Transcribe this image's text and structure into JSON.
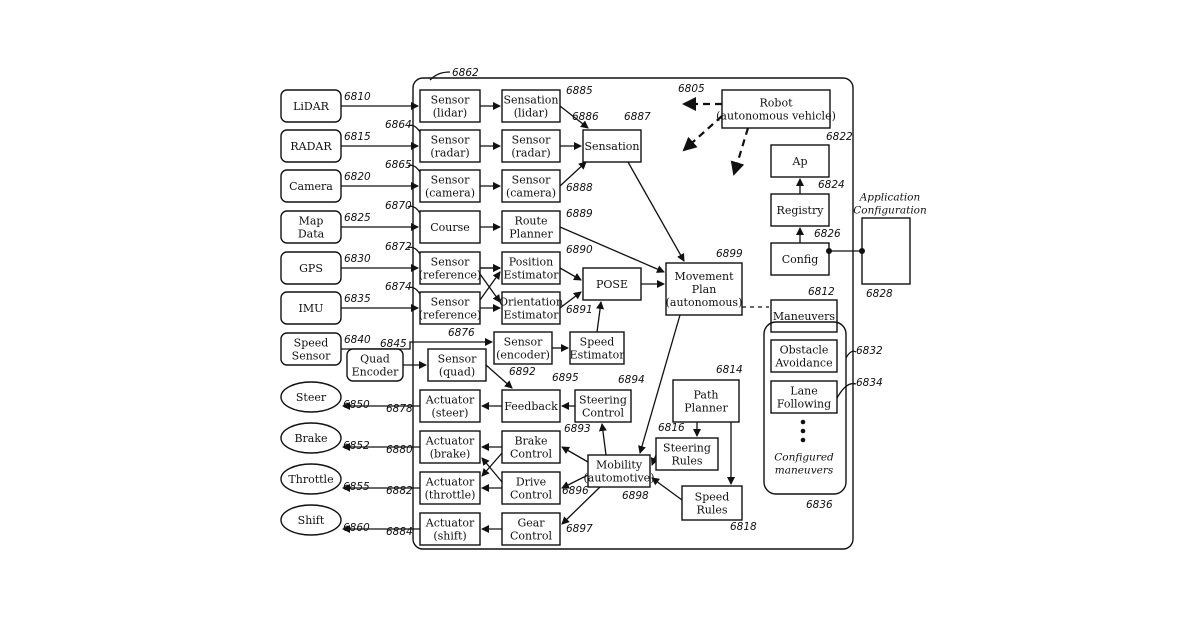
{
  "diagram": {
    "frame_label": "6862",
    "inputs": [
      {
        "label": "LiDAR",
        "ref": "6810"
      },
      {
        "label": "RADAR",
        "ref": "6815"
      },
      {
        "label": "Camera",
        "ref": "6820"
      },
      {
        "label": "Map\nData",
        "ref": "6825"
      },
      {
        "label": "GPS",
        "ref": "6830"
      },
      {
        "label": "IMU",
        "ref": "6835"
      },
      {
        "label": "Speed\nSensor",
        "ref": "6840"
      }
    ],
    "quad_encoder": {
      "label": "Quad\nEncoder",
      "ref": "6845"
    },
    "outputs": [
      {
        "label": "Steer",
        "ref": "6850"
      },
      {
        "label": "Brake",
        "ref": "6852"
      },
      {
        "label": "Throttle",
        "ref": "6855"
      },
      {
        "label": "Shift",
        "ref": "6860"
      }
    ],
    "col1": [
      {
        "label": "Sensor\n(lidar)",
        "ref": ""
      },
      {
        "label": "Sensor\n(radar)",
        "ref": "6864"
      },
      {
        "label": "Sensor\n(camera)",
        "ref": "6865"
      },
      {
        "label": "Course",
        "ref": "6870"
      },
      {
        "label": "Sensor\n(reference)",
        "ref": "6872"
      },
      {
        "label": "Sensor\n(reference)",
        "ref": "6874"
      },
      {
        "label": "Sensor\n(quad)",
        "ref": ""
      },
      {
        "label": "Actuator\n(steer)",
        "ref": "6878"
      },
      {
        "label": "Actuator\n(brake)",
        "ref": "6880"
      },
      {
        "label": "Actuator\n(throttle)",
        "ref": "6882"
      },
      {
        "label": "Actuator\n(shift)",
        "ref": "6884"
      }
    ],
    "col2": [
      {
        "label": "Sensation\n(lidar)",
        "ref": "6885"
      },
      {
        "label": "Sensor\n(radar)",
        "ref": "6886"
      },
      {
        "label": "Sensor\n(camera)",
        "ref": "6888"
      },
      {
        "label": "Route\nPlanner",
        "ref": "6889"
      },
      {
        "label": "Position\nEstimator",
        "ref": "6890"
      },
      {
        "label": "Orientation\nEstimator",
        "ref": "6891"
      },
      {
        "label": "Feedback",
        "ref": "6895"
      },
      {
        "label": "Brake\nControl",
        "ref": "6893"
      },
      {
        "label": "Drive\nControl",
        "ref": "6896"
      },
      {
        "label": "Gear\nControl",
        "ref": "6897"
      }
    ],
    "sensor_encoder": {
      "label": "Sensor\n(encoder)",
      "ref": "6876"
    },
    "ref_6892": "6892",
    "speed_estimator": {
      "label": "Speed\nEstimator"
    },
    "sensation": {
      "label": "Sensation",
      "ref": "6887"
    },
    "pose": {
      "label": "POSE"
    },
    "steering_control": {
      "label": "Steering\nControl",
      "ref": "6894"
    },
    "mobility": {
      "label": "Mobility\n(automotive)",
      "ref": "6898"
    },
    "movement_plan": {
      "label": "Movement\nPlan\n(autonomous)",
      "ref": "6899"
    },
    "path_planner": {
      "label": "Path\nPlanner",
      "ref": "6814"
    },
    "steering_rules": {
      "label": "Steering\nRules",
      "ref": "6816"
    },
    "speed_rules": {
      "label": "Speed\nRules",
      "ref": "6818"
    },
    "robot": {
      "label": "Robot\n(autonomous vehicle)",
      "ref": "6805"
    },
    "ap": {
      "label": "Ap",
      "ref": "6822"
    },
    "registry": {
      "label": "Registry",
      "ref": "6824"
    },
    "config": {
      "label": "Config",
      "ref": "6826"
    },
    "app_config": {
      "caption": "Application\nConfiguration",
      "ref": "6828"
    },
    "maneuvers": {
      "label": "Maneuvers",
      "ref": "6812"
    },
    "obstacle": {
      "label": "Obstacle\nAvoidance",
      "ref": "6832"
    },
    "lane": {
      "label": "Lane\nFollowing",
      "ref": "6834"
    },
    "configured": {
      "label": "Configured\nmaneuvers",
      "ref": "6836"
    }
  }
}
